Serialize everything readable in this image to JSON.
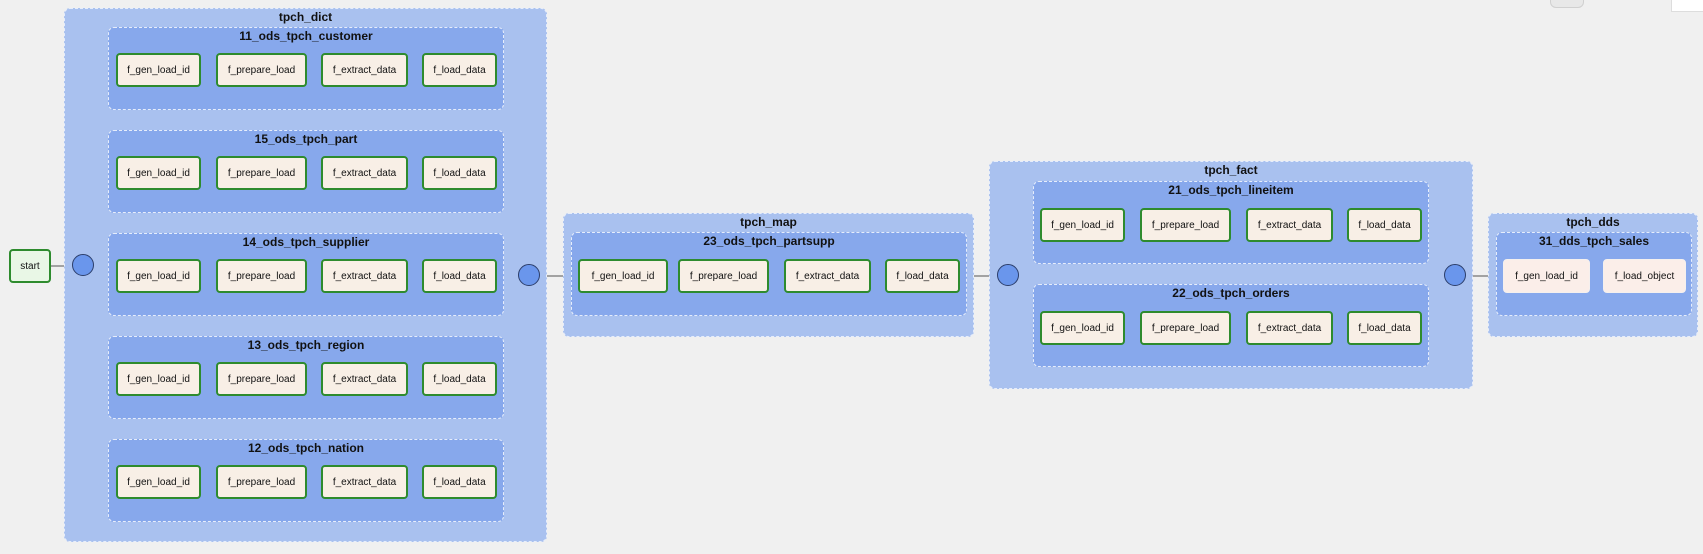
{
  "start": "start",
  "groups": {
    "tpch_dict": "tpch_dict",
    "customer": "11_ods_tpch_customer",
    "part": "15_ods_tpch_part",
    "supplier": "14_ods_tpch_supplier",
    "region": "13_ods_tpch_region",
    "nation": "12_ods_tpch_nation",
    "tpch_map": "tpch_map",
    "partsupp": "23_ods_tpch_partsupp",
    "tpch_fact": "tpch_fact",
    "lineitem": "21_ods_tpch_lineitem",
    "orders": "22_ods_tpch_orders",
    "tpch_dds": "tpch_dds",
    "sales": "31_dds_tpch_sales"
  },
  "tasks": {
    "gen": "f_gen_load_id",
    "prep": "f_prepare_load",
    "extract": "f_extract_data",
    "load": "f_load_data",
    "load_object": "f_load_object"
  },
  "colors": {
    "outer_group": "#a9c1ef",
    "inner_group": "#87a8ec",
    "task_border": "#2e8b2e",
    "task_fill": "#f8efe6",
    "junction": "#6a96ec",
    "edge": "#555555"
  }
}
